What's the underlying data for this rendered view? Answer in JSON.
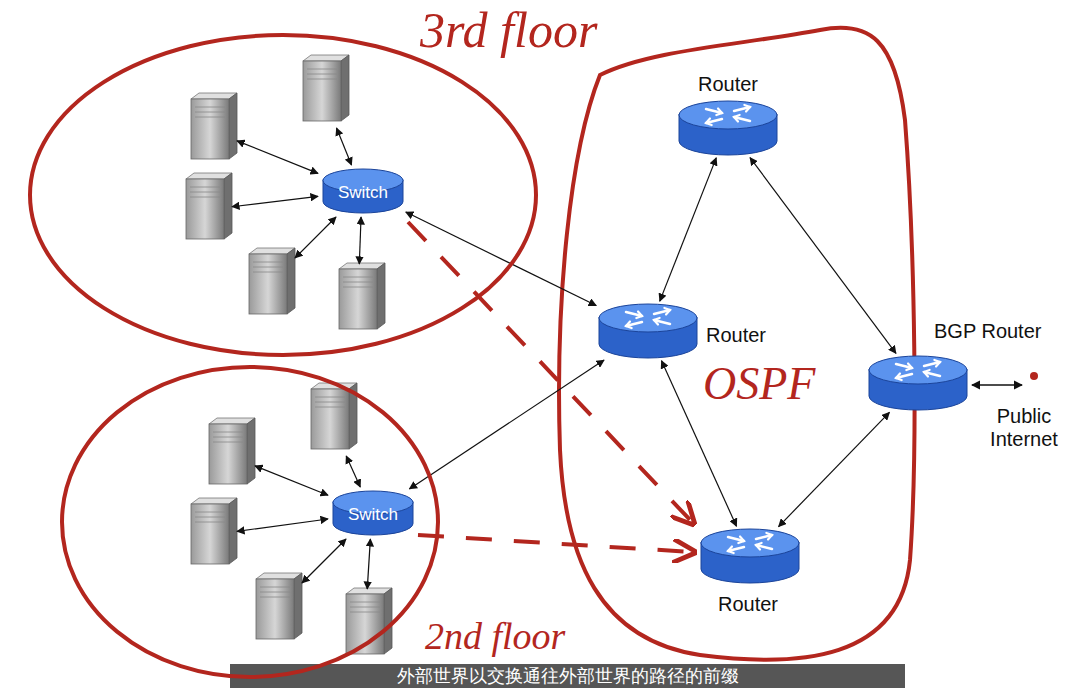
{
  "diagram": {
    "nodes": [
      {
        "text": [
          "3rd floor"
        ]
      },
      {
        "text": [
          "Switch"
        ],
        "in": 0
      },
      {
        "text": [
          "2nd floor"
        ]
      },
      {
        "text": [
          "Switch"
        ],
        "in": 2
      },
      {
        "text": [
          "Router"
        ]
      },
      {
        "text": [
          "Router"
        ]
      },
      {
        "text": [
          "Router"
        ]
      },
      {
        "text": [
          "BGP Router"
        ]
      }
    ],
    "edges": [
      {
        "from": 1,
        "to": 5,
        "arrow": "both"
      },
      {
        "from": 3,
        "to": 5,
        "arrow": "both"
      },
      {
        "from": 4,
        "to": 5,
        "arrow": "both"
      },
      {
        "from": 5,
        "to": 6,
        "arrow": "both"
      },
      {
        "from": 4,
        "to": 7,
        "arrow": "both"
      },
      {
        "from": 6,
        "to": 7,
        "arrow": "both"
      }
    ],
    "labels": [
      "OSPF",
      "Public Internet",
      "外部世界以交换通往外部世界的路径的前缀"
    ]
  }
}
